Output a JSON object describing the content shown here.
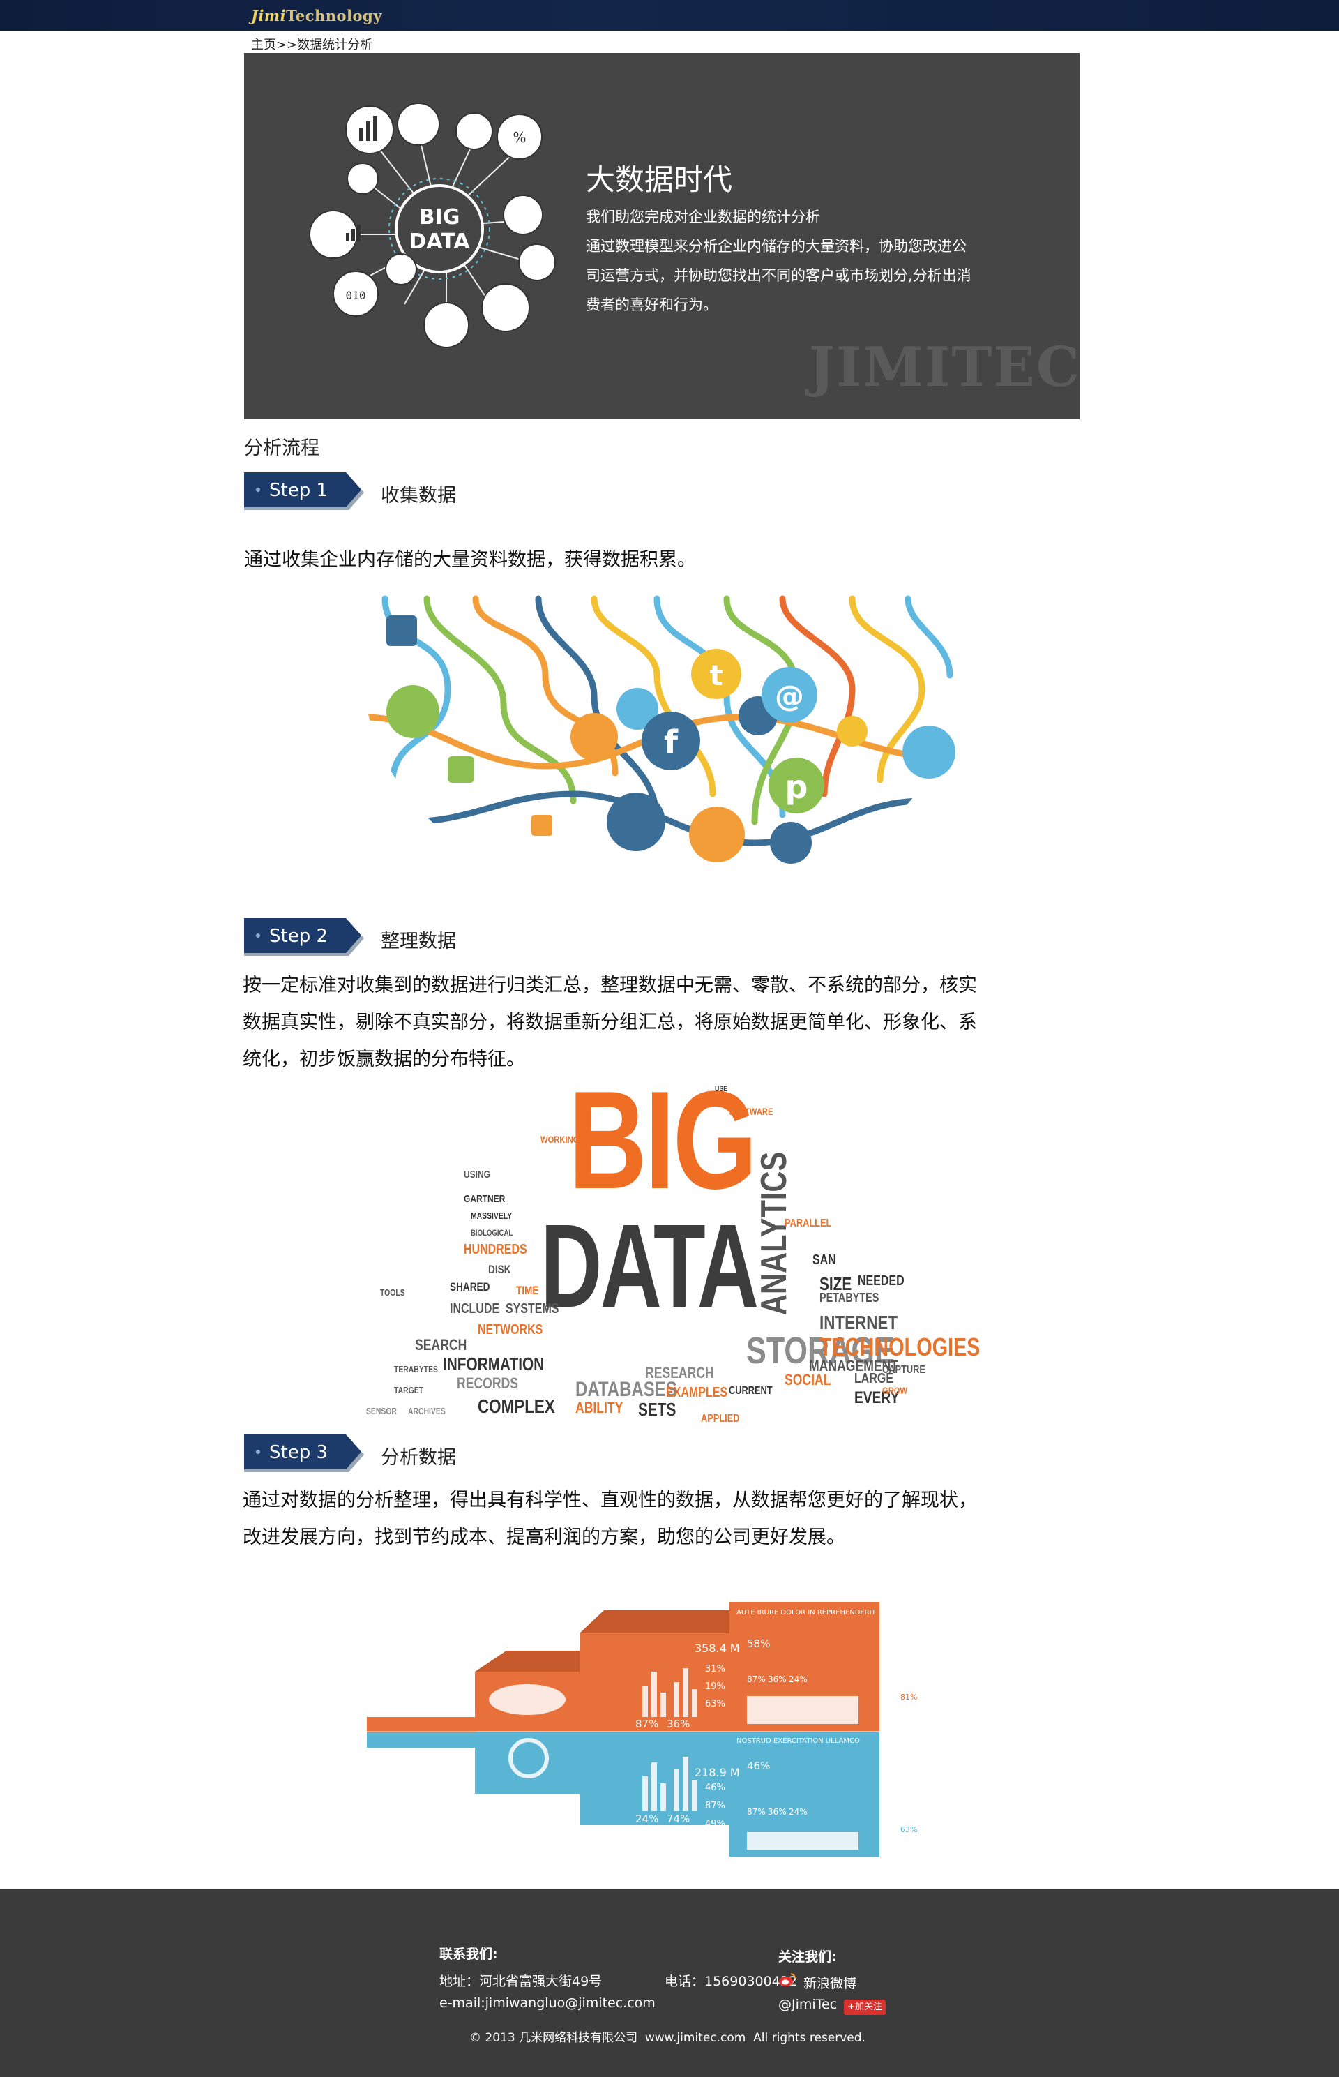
{
  "header": {
    "brand_prefix": "Jimi",
    "brand_suffix": "Technology",
    "colors": {
      "bar": "#13264a",
      "brand": "#d9c27a"
    }
  },
  "breadcrumb": {
    "home": "主页",
    "separator": ">>",
    "current": "数据统计分析"
  },
  "hero": {
    "graphic_label_line1": "BIG",
    "graphic_label_line2": "DATA",
    "title": "大数据时代",
    "lines": [
      "我们助您完成对企业数据的统计分析",
      "通过数理模型来分析企业内储存的大量资料，协助您改进公",
      "司运营方式，并协助您找出不同的客户或市场划分,分析出消",
      "费者的喜好和行为。"
    ],
    "watermark": "JIMITEC",
    "icons": [
      "bar-chart-icon",
      "magnifier-icon",
      "percent-icon",
      "network-icon",
      "document-icon",
      "monitor-icon",
      "growth-chart-icon",
      "flowchart-icon",
      "trend-chart-icon",
      "gear-icon",
      "binary-icon",
      "rising-arrow-icon"
    ]
  },
  "analysis": {
    "section_title": "分析流程",
    "steps": [
      {
        "badge": "Step 1",
        "title": "收集数据",
        "lines": [
          "通过收集企业内存储的大量资料数据，获得数据积累。"
        ]
      },
      {
        "badge": "Step 2",
        "title": "整理数据",
        "lines": [
          "按一定标准对收集到的数据进行归类汇总，整理数据中无需、零散、不系统的部分，核实",
          "数据真实性，剔除不真实部分，将数据重新分组汇总，将原始数据更简单化、形象化、系",
          "统化，初步饭赢数据的分布特征。"
        ]
      },
      {
        "badge": "Step 3",
        "title": "分析数据",
        "lines": [
          "通过对数据的分析整理，得出具有科学性、直观性的数据，从数据帮您更好的了解现状，",
          "改进发展方向，找到节约成本、提高利润的方案，助您的公司更好发展。"
        ]
      }
    ],
    "step1_icons": [
      "rss-icon",
      "facebook-icon",
      "twitter-icon",
      "camera-icon",
      "email-at-icon",
      "pinterest-icon",
      "music-icon",
      "video-icon",
      "home-icon",
      "star-icon",
      "chat-icon",
      "checkmark-icon",
      "tumblr-icon",
      "network-icon"
    ],
    "wordcloud": {
      "big": "BIG",
      "data": "DATA",
      "analytics": "ANALYTICS",
      "words": [
        {
          "t": "SOFTWARE",
          "c": "#e8732b"
        },
        {
          "t": "USE",
          "c": "#333"
        },
        {
          "t": "USING",
          "c": "#555"
        },
        {
          "t": "WORKING",
          "c": "#e8732b"
        },
        {
          "t": "GARTNER",
          "c": "#333"
        },
        {
          "t": "MASSIVELY",
          "c": "#333"
        },
        {
          "t": "BIOLOGICAL",
          "c": "#555"
        },
        {
          "t": "HUNDREDS",
          "c": "#e8732b"
        },
        {
          "t": "DISK",
          "c": "#555"
        },
        {
          "t": "SHARED",
          "c": "#333"
        },
        {
          "t": "TIME",
          "c": "#e8732b"
        },
        {
          "t": "TOOLS",
          "c": "#555"
        },
        {
          "t": "INCLUDE",
          "c": "#555"
        },
        {
          "t": "SYSTEMS",
          "c": "#555"
        },
        {
          "t": "NETWORKS",
          "c": "#e8732b"
        },
        {
          "t": "SEARCH",
          "c": "#555"
        },
        {
          "t": "INFORMATION",
          "c": "#333"
        },
        {
          "t": "RECORDS",
          "c": "#888"
        },
        {
          "t": "COMPLEX",
          "c": "#333"
        },
        {
          "t": "DATABASES",
          "c": "#888"
        },
        {
          "t": "ABILITY",
          "c": "#e8732b"
        },
        {
          "t": "SETS",
          "c": "#333"
        },
        {
          "t": "EXAMPLES",
          "c": "#e8732b"
        },
        {
          "t": "STORAGE",
          "c": "#888"
        },
        {
          "t": "SAN",
          "c": "#333"
        },
        {
          "t": "PARALLEL",
          "c": "#e8732b"
        },
        {
          "t": "SIZE",
          "c": "#333"
        },
        {
          "t": "NEEDED",
          "c": "#333"
        },
        {
          "t": "PETABYTES",
          "c": "#555"
        },
        {
          "t": "INTERNET",
          "c": "#555"
        },
        {
          "t": "TECHNOLOGIES",
          "c": "#e8732b"
        },
        {
          "t": "MANAGEMENT",
          "c": "#555"
        },
        {
          "t": "SOCIAL",
          "c": "#e8732b"
        },
        {
          "t": "LARGE",
          "c": "#555"
        },
        {
          "t": "EVERY",
          "c": "#333"
        },
        {
          "t": "RESEARCH",
          "c": "#888"
        },
        {
          "t": "CURRENT",
          "c": "#333"
        },
        {
          "t": "APPLIED",
          "c": "#e8732b"
        },
        {
          "t": "CAPTURE",
          "c": "#555"
        },
        {
          "t": "GROW",
          "c": "#e8732b"
        },
        {
          "t": "TARGET",
          "c": "#555"
        },
        {
          "t": "SENSOR",
          "c": "#888"
        },
        {
          "t": "ARCHIVES",
          "c": "#888"
        },
        {
          "t": "TERABYTES",
          "c": "#555"
        }
      ]
    },
    "infographic": {
      "title_top": "AUTE IRURE DOLOR IN REPREHENDERIT",
      "title_bottom": "NOSTRUD EXERCITATION ULLAMCO",
      "top_big": "358.4 M",
      "bottom_big": "218.9 M",
      "top_pcts": [
        "31%",
        "19%",
        "63%",
        "58%",
        "87%",
        "36%",
        "24%",
        "81%"
      ],
      "bottom_pcts": [
        "46%",
        "87%",
        "49%",
        "46%",
        "87%",
        "36%",
        "24%",
        "63%"
      ],
      "bars_top": [
        "87%",
        "36%"
      ],
      "bars_bottom": [
        "24%",
        "74%"
      ],
      "colors": {
        "orange": "#e8703b",
        "blue": "#5ab4d4"
      }
    }
  },
  "footer": {
    "contact_title": "联系我们:",
    "address": "地址：河北省富强大街49号",
    "phone": "电话：15690300432",
    "email": "e-mail:jimiwangluo@jimitec.com",
    "follow_title": "关注我们:",
    "weibo": "新浪微博",
    "handle": "@JimiTec",
    "follow_button": "+加关注",
    "copyright": "© 2013 几米网络科技有限公司  www.jimitec.com  All rights reserved."
  }
}
